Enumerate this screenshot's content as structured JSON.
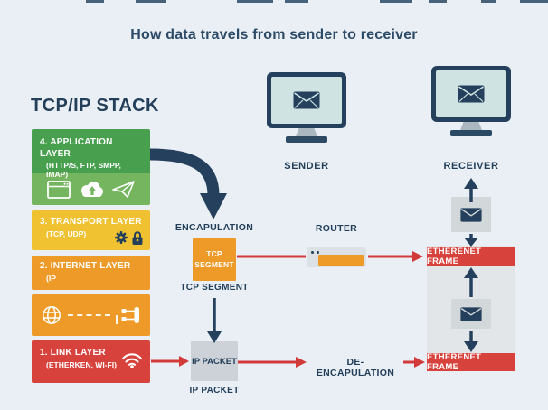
{
  "title": "How data travels from sender to receiver",
  "colors": {
    "background": "#e9eff5",
    "navy": "#24405c",
    "green_dark": "#48a04e",
    "green_light": "#76b560",
    "yellow": "#f0c232",
    "orange": "#ee9a28",
    "red": "#d8423c",
    "red_arrow": "#d23a3a",
    "gray_box": "#d2d7da",
    "gray_panel": "#e2e6e9",
    "screen_teal": "#cfe4e2"
  },
  "stack": {
    "heading": "TCP/IP STACK",
    "layers": [
      {
        "title": "4. APPLICATION LAYER",
        "subtitle": "(HTTP/S, FTP, SMPP, IMAP)",
        "icons": [
          "browser-window",
          "cloud-upload",
          "paper-plane"
        ]
      },
      {
        "title": "3. TRANSPORT LAYER",
        "subtitle": "(TCP, UDP)",
        "icons": [
          "gear",
          "lock"
        ]
      },
      {
        "title": "2. INTERNET LAYER",
        "subtitle": "(IP",
        "icons": []
      },
      {
        "title": "1. LINK LAYER",
        "subtitle": "(ETHERKEN, WI-FI)",
        "icons": [
          "wifi"
        ]
      }
    ],
    "internet_icons": [
      "globe",
      "dashed-link",
      "network-switch"
    ]
  },
  "endpoints": {
    "sender": "SENDER",
    "receiver": "RECEIVER",
    "monitor_icon": "envelope"
  },
  "encapsulation": {
    "label": "ENCAPULATION",
    "tcp_segment_box": "TCP SEGMENT",
    "tcp_segment_caption": "TCP SEGMENT",
    "ip_packet_box": "IP PACKET",
    "ip_packet_caption": "IP PACKET"
  },
  "router": {
    "label": "ROUTER"
  },
  "deencapsulation": {
    "label": "DE-ENCAPULATION"
  },
  "receiver_chain": {
    "ethernet_frame_top": "ETHERENET FRAME",
    "ethernet_frame_bottom": "ETHERENET FRAME",
    "payload_icon": "envelope"
  }
}
